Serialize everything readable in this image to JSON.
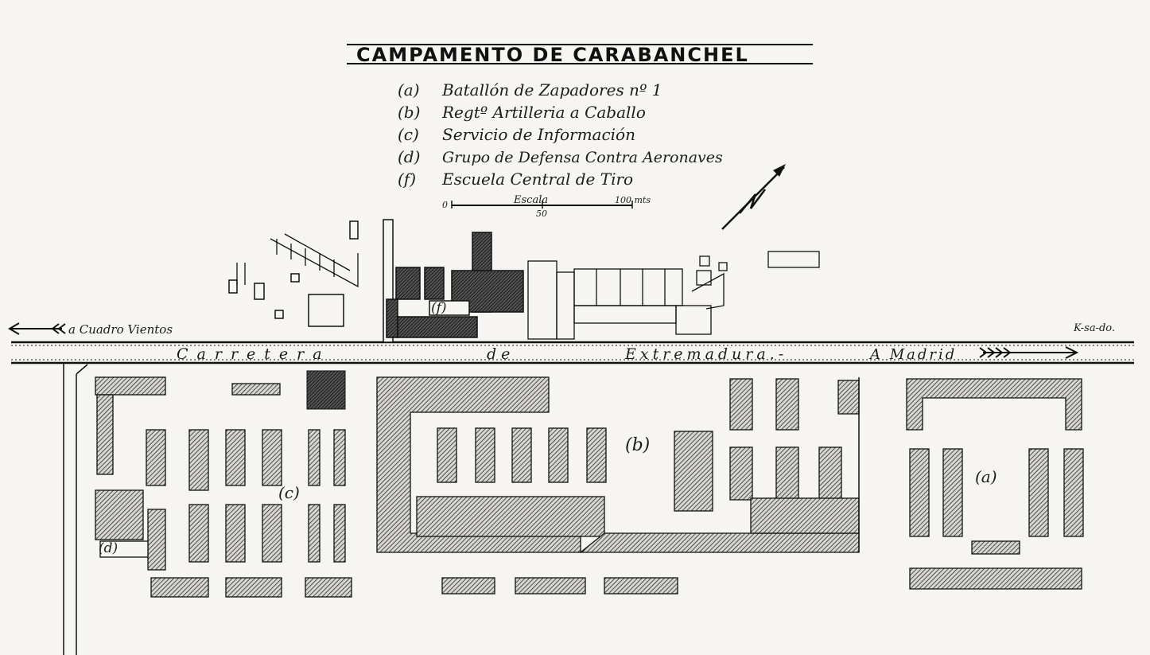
{
  "title": "CAMPAMENTO DE CARABANCHEL",
  "legend": [
    {
      "key": "(a)",
      "label": "Batallón de Zapadores nº 1"
    },
    {
      "key": "(b)",
      "label": "Regtº Artilleria a Caballo"
    },
    {
      "key": "(c)",
      "label": "Servicio de Información"
    },
    {
      "key": "(d)",
      "label": "Grupo de Defensa Contra Aeronaves"
    },
    {
      "key": "(f)",
      "label": "Escuela Central de Tiro"
    }
  ],
  "scale": {
    "label": "Escala",
    "start": "0",
    "mid": "50",
    "end": "100 mts"
  },
  "road": {
    "word1": "Carretera",
    "word2": "de",
    "word3": "Extremadura.-",
    "word4": "A Madrid"
  },
  "directions": {
    "west": "a Cuadro Vientos"
  },
  "signature": "K-sa-do.",
  "zone_labels": {
    "a": "(a)",
    "b": "(b)",
    "c": "(c)",
    "d": "(d)",
    "f": "(f)"
  },
  "colors": {
    "ink": "#1a1a1a",
    "paper": "#f6f5f1",
    "hatch": "#6a6a6a"
  }
}
